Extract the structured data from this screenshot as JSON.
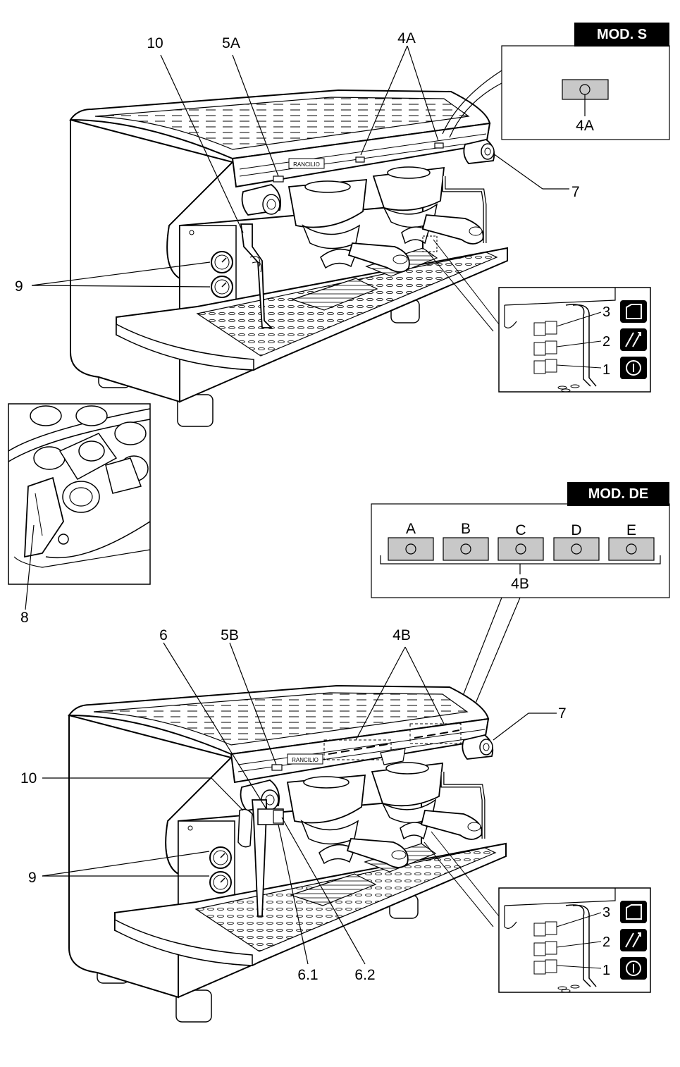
{
  "model_s": {
    "badge": "MOD. S",
    "button_label": "4A"
  },
  "model_de": {
    "badge": "MOD. DE",
    "buttons": [
      "A",
      "B",
      "C",
      "D",
      "E"
    ],
    "group_label": "4B"
  },
  "top_machine": {
    "callouts": {
      "steam_wand": "10",
      "led": "5A",
      "buttons": "4A",
      "hot_water_knob": "7",
      "gauges": "9"
    },
    "switch_panel": [
      "3",
      "2",
      "1"
    ]
  },
  "tap_detail": {
    "callout": "8"
  },
  "bottom_machine": {
    "callouts": {
      "steam_device": "6",
      "led": "5B",
      "buttons": "4B",
      "hot_water_knob": "7",
      "steam_wand": "10",
      "gauges": "9",
      "sub_1": "6.1",
      "sub_2": "6.2"
    },
    "switch_panel": [
      "3",
      "2",
      "1"
    ]
  }
}
